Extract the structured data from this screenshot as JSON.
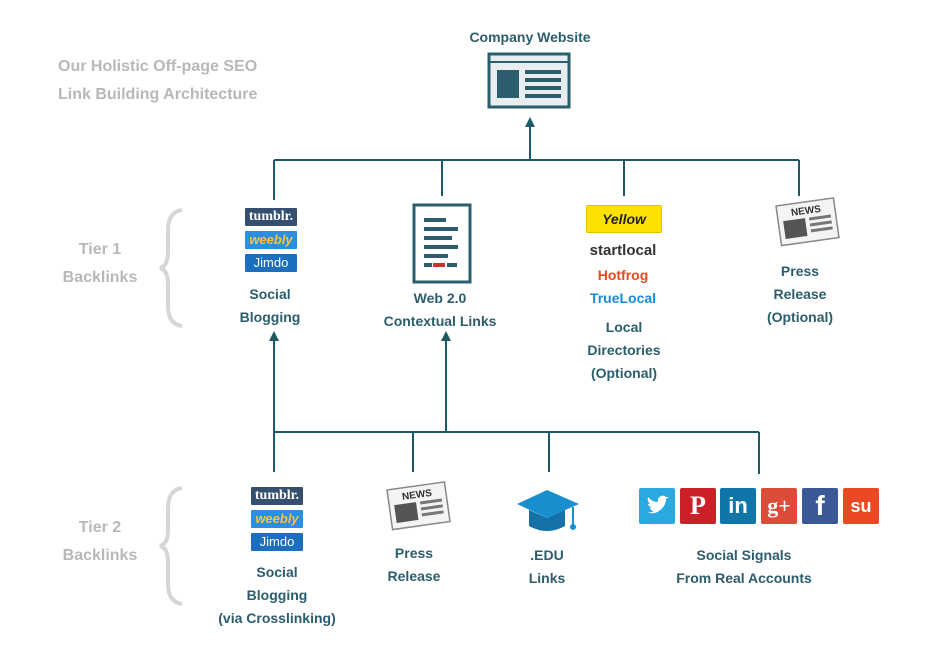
{
  "headline": {
    "line1": "Our Holistic Off-page SEO",
    "line2": "Link Building Architecture"
  },
  "root": {
    "label": "Company Website",
    "icon": "website-icon"
  },
  "tier1": {
    "label_line1": "Tier 1",
    "label_line2": "Backlinks",
    "nodes": [
      {
        "id": "social-blogging",
        "lines": [
          "Social",
          "Blogging"
        ],
        "logos": [
          "tumblr.",
          "weebly",
          "Jimdo"
        ]
      },
      {
        "id": "web20",
        "lines": [
          "Web 2.0",
          "Contextual Links"
        ],
        "icon": "document-icon"
      },
      {
        "id": "local-directories",
        "lines": [
          "Local",
          "Directories",
          "(Optional)"
        ],
        "logos": [
          "Yellow",
          "startlocal",
          "Hotfrog",
          "TrueLocal"
        ]
      },
      {
        "id": "press-release",
        "lines": [
          "Press",
          "Release",
          "(Optional)"
        ],
        "icon": "newspaper-icon",
        "icon_text": "NEWS"
      }
    ]
  },
  "tier2": {
    "label_line1": "Tier 2",
    "label_line2": "Backlinks",
    "nodes": [
      {
        "id": "social-blogging",
        "lines": [
          "Social",
          "Blogging",
          "(via Crosslinking)"
        ],
        "logos": [
          "tumblr.",
          "weebly",
          "Jimdo"
        ]
      },
      {
        "id": "press-release",
        "lines": [
          "Press",
          "Release"
        ],
        "icon": "newspaper-icon",
        "icon_text": "NEWS"
      },
      {
        "id": "edu-links",
        "lines": [
          ".EDU",
          "Links"
        ],
        "icon": "graduation-cap-icon"
      },
      {
        "id": "social-signals",
        "lines": [
          "Social Signals",
          "From Real Accounts"
        ],
        "icons": [
          "twitter-icon",
          "pinterest-icon",
          "linkedin-icon",
          "google-plus-icon",
          "facebook-icon",
          "stumbleupon-icon"
        ],
        "icon_glyphs": [
          "",
          "P",
          "in",
          "g+",
          "f",
          "su"
        ]
      }
    ]
  },
  "colors": {
    "connector": "#1f5866",
    "label": "#2b5d6c",
    "muted": "#b8b8b8",
    "twitter": "#2aa9e0",
    "pinterest": "#cb2027",
    "linkedin": "#0e76a8",
    "googleplus": "#dd4b39",
    "facebook": "#3b5998",
    "stumbleupon": "#eb4924"
  }
}
